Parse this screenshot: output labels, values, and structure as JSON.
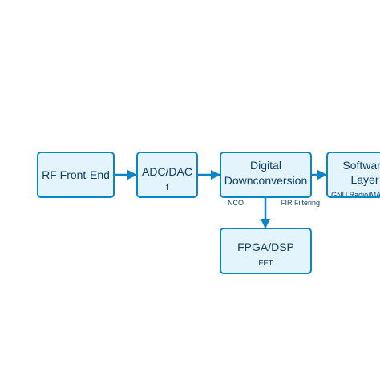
{
  "diagram": {
    "blocks": {
      "rf_front_end": {
        "title": "RF Front-End"
      },
      "adc_dac": {
        "title_line1": "ADC/DAC",
        "sub": "f"
      },
      "digital_downconversion": {
        "title_line1": "Digital",
        "title_line2": "Downconversion"
      },
      "software_layer": {
        "title_line1": "Software",
        "title_line2": "Layer",
        "sub": "GNU Radio/MATLAB"
      },
      "fpga_dsp": {
        "title": "FPGA/DSP",
        "sub": "FFT"
      }
    },
    "annotations": {
      "nco": "NCO",
      "fir_filtering": "FIR Filtering"
    },
    "colors": {
      "block_fill": "#e3f4fc",
      "block_border": "#0a85c8",
      "text": "#0d3f6a",
      "arrow": "#0a85c8"
    }
  }
}
